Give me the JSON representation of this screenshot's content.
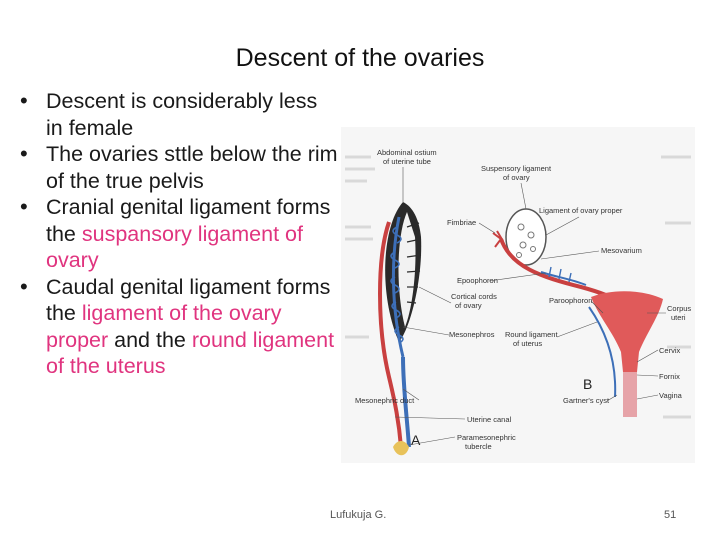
{
  "slide": {
    "title": "Descent of the ovaries",
    "bullets": [
      {
        "parts": [
          {
            "text": "Descent is considerably less in female",
            "hl": false
          }
        ]
      },
      {
        "parts": [
          {
            "text": "The ovaries sttle below the rim of the true pelvis",
            "hl": false
          }
        ]
      },
      {
        "parts": [
          {
            "text": "Cranial genital ligament forms the ",
            "hl": false
          },
          {
            "text": "suspansory ligament of ovary",
            "hl": true
          }
        ]
      },
      {
        "parts": [
          {
            "text": "Caudal genital ligament forms the ",
            "hl": false
          },
          {
            "text": "ligament of the ovary proper",
            "hl": true
          },
          {
            "text": " and the ",
            "hl": false
          },
          {
            "text": "round ligament of the uterus",
            "hl": true
          }
        ]
      }
    ],
    "footer": "Lufukuja G.",
    "page_number": "51",
    "highlight_color": "#e0347f"
  },
  "figure": {
    "labels": {
      "abdominal_ostium": "Abdominal ostium",
      "of_uterine_tube": "of uterine tube",
      "suspensory_1": "Suspensory ligament",
      "suspensory_2": "of ovary",
      "lig_ovary_proper": "Ligament of ovary proper",
      "fimbriae": "Fimbriae",
      "mesovarium": "Mesovarium",
      "epoophoron": "Epoophoron",
      "cortical_1": "Cortical cords",
      "cortical_2": "of ovary",
      "paroophoron": "Paroophoron",
      "corpus_1": "Corpus",
      "corpus_2": "uteri",
      "mesonephros": "Mesonephros",
      "round_1": "Round ligament",
      "round_2": "of uterus",
      "cervix": "Cervix",
      "fornix": "Fornix",
      "vagina": "Vagina",
      "gartners": "Gartner's cyst",
      "mesonephric_duct": "Mesonephric duct",
      "uterine_canal": "Uterine canal",
      "paramesonephric_1": "Paramesonephric",
      "paramesonephric_2": "tubercle",
      "panel_a": "A",
      "panel_b": "B"
    }
  }
}
